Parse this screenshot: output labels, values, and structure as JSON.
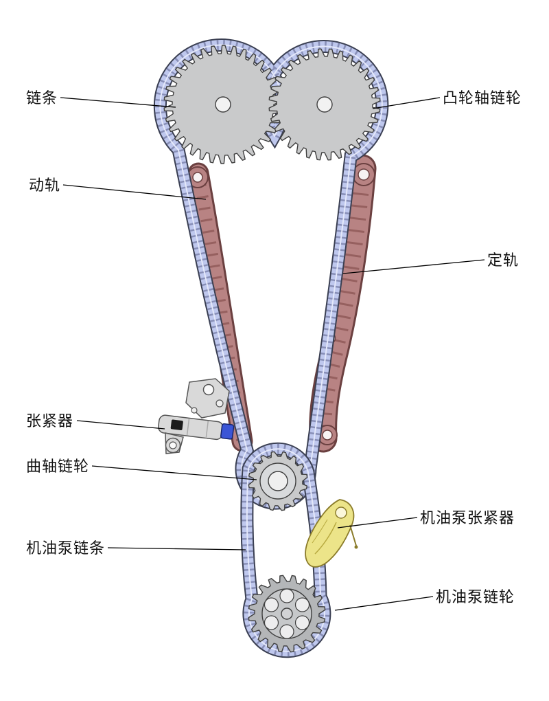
{
  "diagram": {
    "type": "engine-timing-chain-system",
    "background": "#ffffff"
  },
  "labels": {
    "chain": "链条",
    "camshaft_sprocket": "凸轮轴链轮",
    "moving_rail": "动轨",
    "fixed_rail": "定轨",
    "tensioner": "张紧器",
    "crankshaft_sprocket": "曲轴链轮",
    "oil_pump_tensioner": "机油泵张紧器",
    "oil_pump_chain": "机油泵链条",
    "oil_pump_sprocket": "机油泵链轮"
  },
  "colors": {
    "chain_fill": "#bfc8ee",
    "chain_outline": "#3a3f52",
    "chain_link": "#6a7099",
    "chain_inner": "#e4e8fa",
    "rail_fill": "#b88383",
    "rail_outline": "#6b4040",
    "rail_rib": "#96605f",
    "rail_hole": "#f7f3f3",
    "sprocket_fill": "#c9cacb",
    "sprocket_outline": "#3f3f3f",
    "pump_sprocket_fill": "#b4b6b8",
    "tensioner_body": "#d9d9d9",
    "tensioner_piston": "#3b55d6",
    "oil_tensioner_fill": "#ece489",
    "oil_tensioner_outline": "#8a7b2a",
    "leader_line": "#000000",
    "label_text": "#111111"
  }
}
